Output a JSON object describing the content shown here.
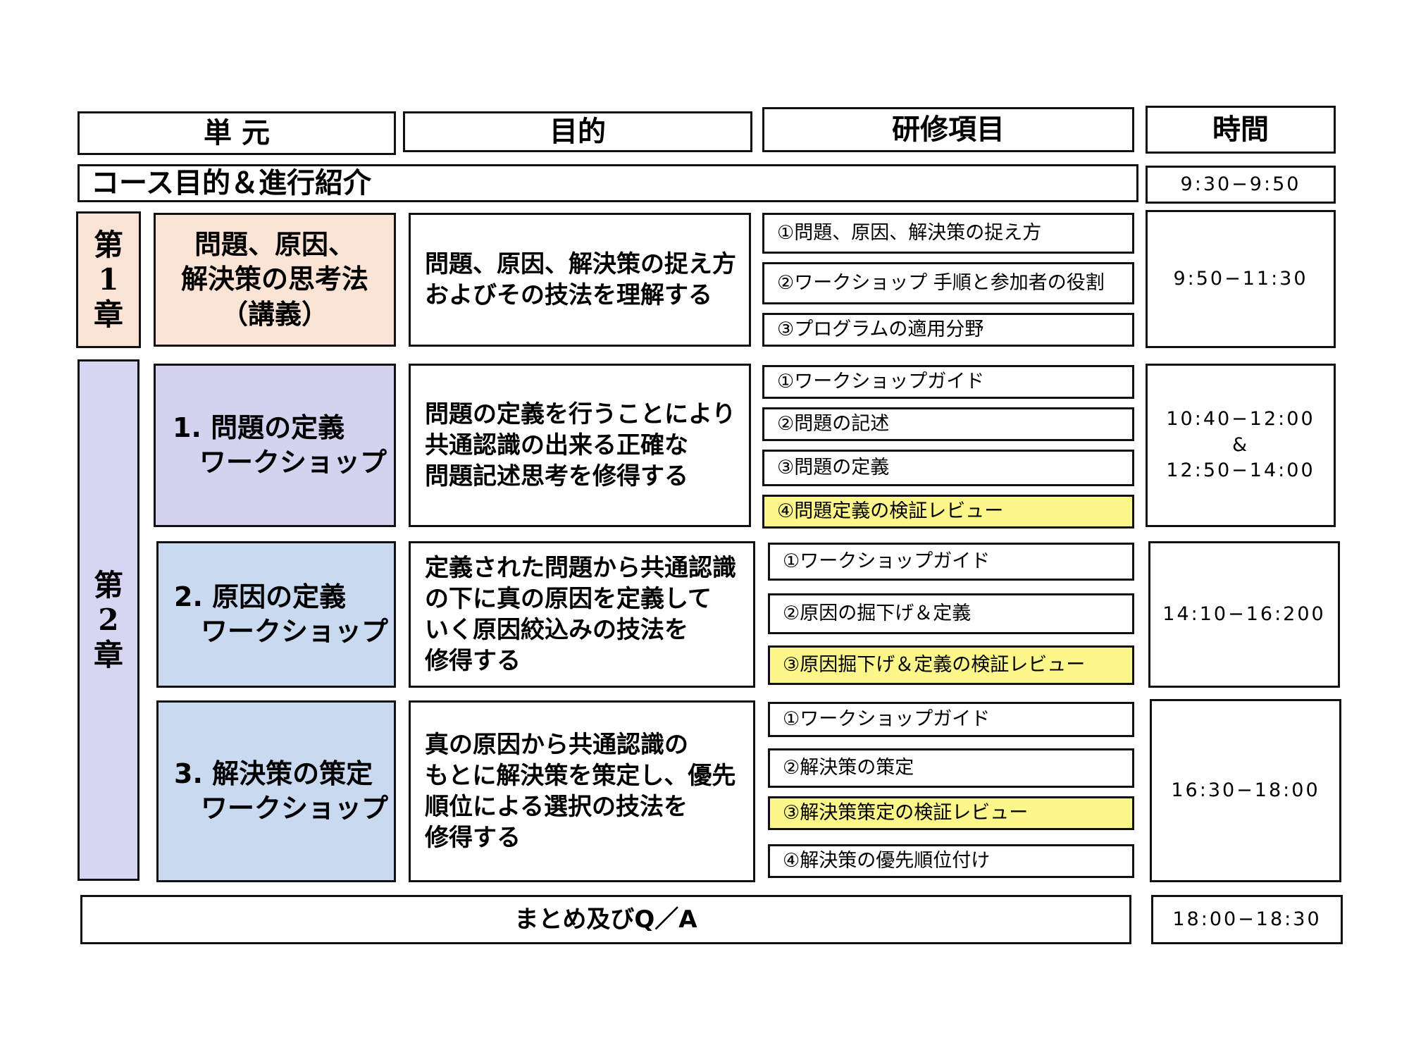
{
  "header": {
    "unit": "単 元",
    "purpose": "目的",
    "items": "研修項目",
    "time": "時間"
  },
  "intro": {
    "label": "コース目的＆進行紹介",
    "time": "9:30−9:50"
  },
  "chapter1": {
    "label": [
      "第",
      "1",
      "章"
    ],
    "unit": "問題、原因、\n解決策の思考法\n（講義）",
    "purpose": "問題、原因、解決策の捉え方\nおよびその技法を理解する",
    "items": [
      {
        "label": "①問題、原因、解決策の捉え方",
        "highlight": false
      },
      {
        "label": "②ワークショップ 手順と参加者の役割",
        "highlight": false
      },
      {
        "label": "③プログラムの適用分野",
        "highlight": false
      }
    ],
    "time": "9:50−11:30"
  },
  "chapter2": {
    "label": [
      "第",
      "2",
      "章"
    ],
    "sections": [
      {
        "unit": "1. 問題の定義\n　ワークショップ",
        "purpose": "問題の定義を行うことにより\n共通認識の出来る正確な\n問題記述思考を修得する",
        "items": [
          {
            "label": "①ワークショップガイド",
            "highlight": false
          },
          {
            "label": "②問題の記述",
            "highlight": false
          },
          {
            "label": "③問題の定義",
            "highlight": false
          },
          {
            "label": "④問題定義の検証レビュー",
            "highlight": true
          }
        ],
        "time": "10:40−12:00\n&\n12:50−14:00"
      },
      {
        "unit": "2. 原因の定義\n　ワークショップ",
        "purpose": "定義された問題から共通認識\nの下に真の原因を定義して\nいく原因絞込みの技法を\n修得する",
        "items": [
          {
            "label": "①ワークショップガイド",
            "highlight": false
          },
          {
            "label": "②原因の掘下げ＆定義",
            "highlight": false
          },
          {
            "label": "③原因掘下げ＆定義の検証レビュー",
            "highlight": true
          }
        ],
        "time": "14:10−16:200"
      },
      {
        "unit": "3. 解決策の策定\n　ワークショップ",
        "purpose": "真の原因から共通認識の\nもとに解決策を策定し、優先\n順位による選択の技法を\n修得する",
        "items": [
          {
            "label": "①ワークショップガイド",
            "highlight": false
          },
          {
            "label": "②解決策の策定",
            "highlight": false
          },
          {
            "label": "③解決策策定の検証レビュー",
            "highlight": true
          },
          {
            "label": "④解決策の優先順位付け",
            "highlight": false
          }
        ],
        "time": "16:30−18:00"
      }
    ]
  },
  "summary": {
    "label": "まとめ及びQ／A",
    "time": "18:00−18:30"
  },
  "colors": {
    "chapter1_fill": "#fbe4d5",
    "chapter2_fill": "#d6d6f2",
    "section1_fill": "#d3d3f0",
    "section_fill": "#c9d9f0",
    "highlight_fill": "#fdf68a"
  }
}
